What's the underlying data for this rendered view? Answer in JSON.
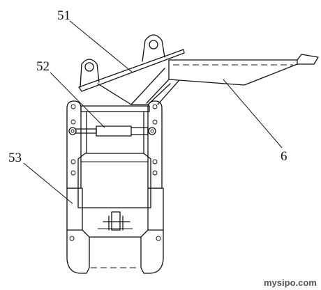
{
  "labels": {
    "part_51": "51",
    "part_52": "52",
    "part_53": "53",
    "part_6": "6"
  },
  "watermark": "mysipo.com"
}
